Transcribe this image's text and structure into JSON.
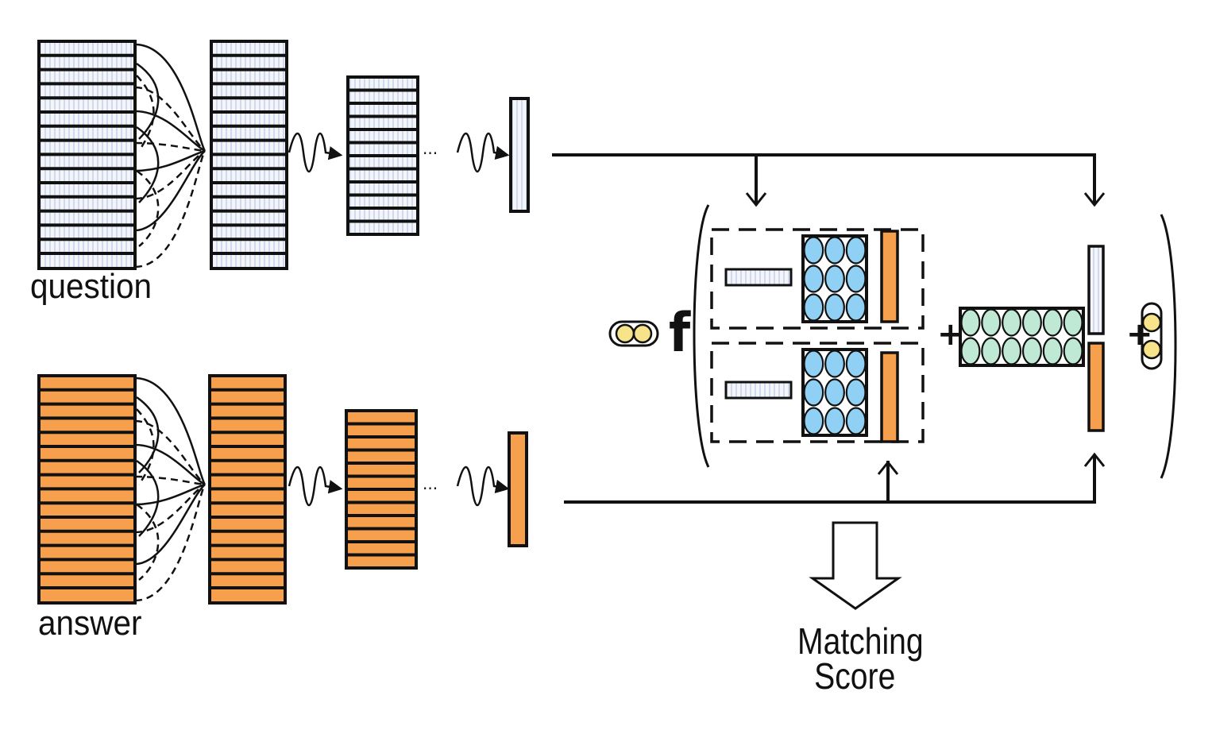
{
  "labels": {
    "question": "question",
    "answer": "answer",
    "function": "f",
    "output_line1": "Matching",
    "output_line2": "Score",
    "plus": "+",
    "ellipsis": "···"
  },
  "colors": {
    "question_fill": "#e8edf7",
    "answer_fill": "#f6a04d",
    "tensor_circle": "#8fd0f4",
    "weight_circle": "#bfe9d4",
    "bias_circle": "#f7e38a",
    "stroke": "#111111"
  },
  "icons": {
    "tensor": "tensor-slice-circle-grid",
    "weight": "weight-matrix-circle-grid",
    "bias": "bias-vector-circles"
  }
}
